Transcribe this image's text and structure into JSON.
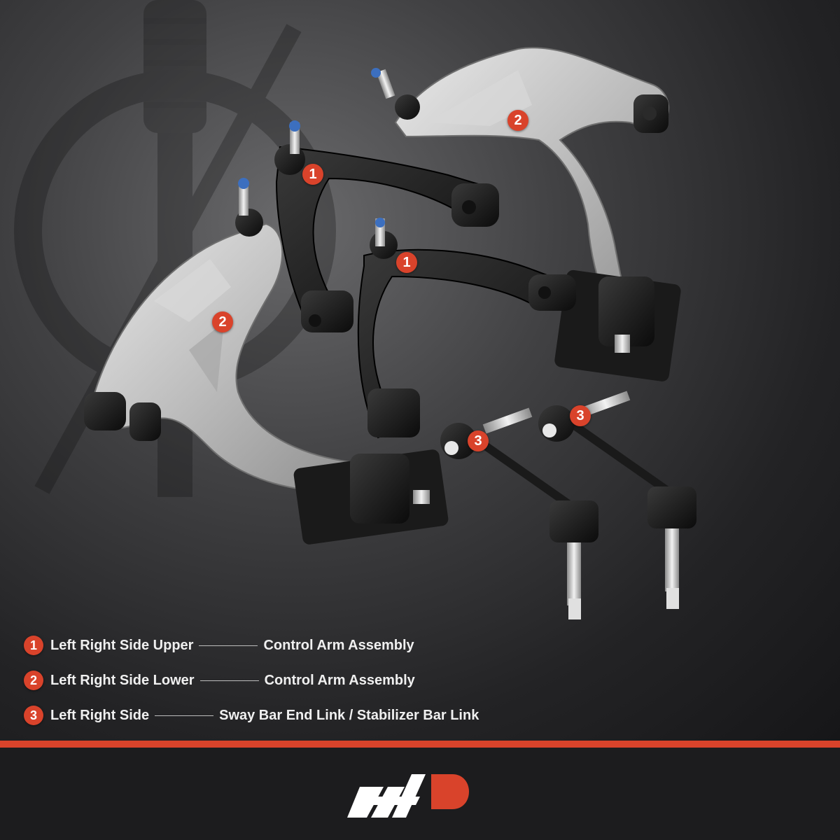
{
  "parts": {
    "one": {
      "badge": "1"
    },
    "two": {
      "badge": "2"
    },
    "three": {
      "badge": "3"
    }
  },
  "legend": [
    {
      "number": "1",
      "side": "Left Right Side Upper",
      "part": "Control Arm Assembly"
    },
    {
      "number": "2",
      "side": "Left Right Side Lower",
      "part": "Control Arm Assembly"
    },
    {
      "number": "3",
      "side": "Left Right Side",
      "part": "Sway Bar End Link / Stabilizer Bar Link"
    }
  ],
  "colors": {
    "accent": "#d9432b",
    "background": "#1c1c1e",
    "text": "#f0f0f0"
  },
  "logo": {
    "icon": "brand-logo-icon"
  }
}
